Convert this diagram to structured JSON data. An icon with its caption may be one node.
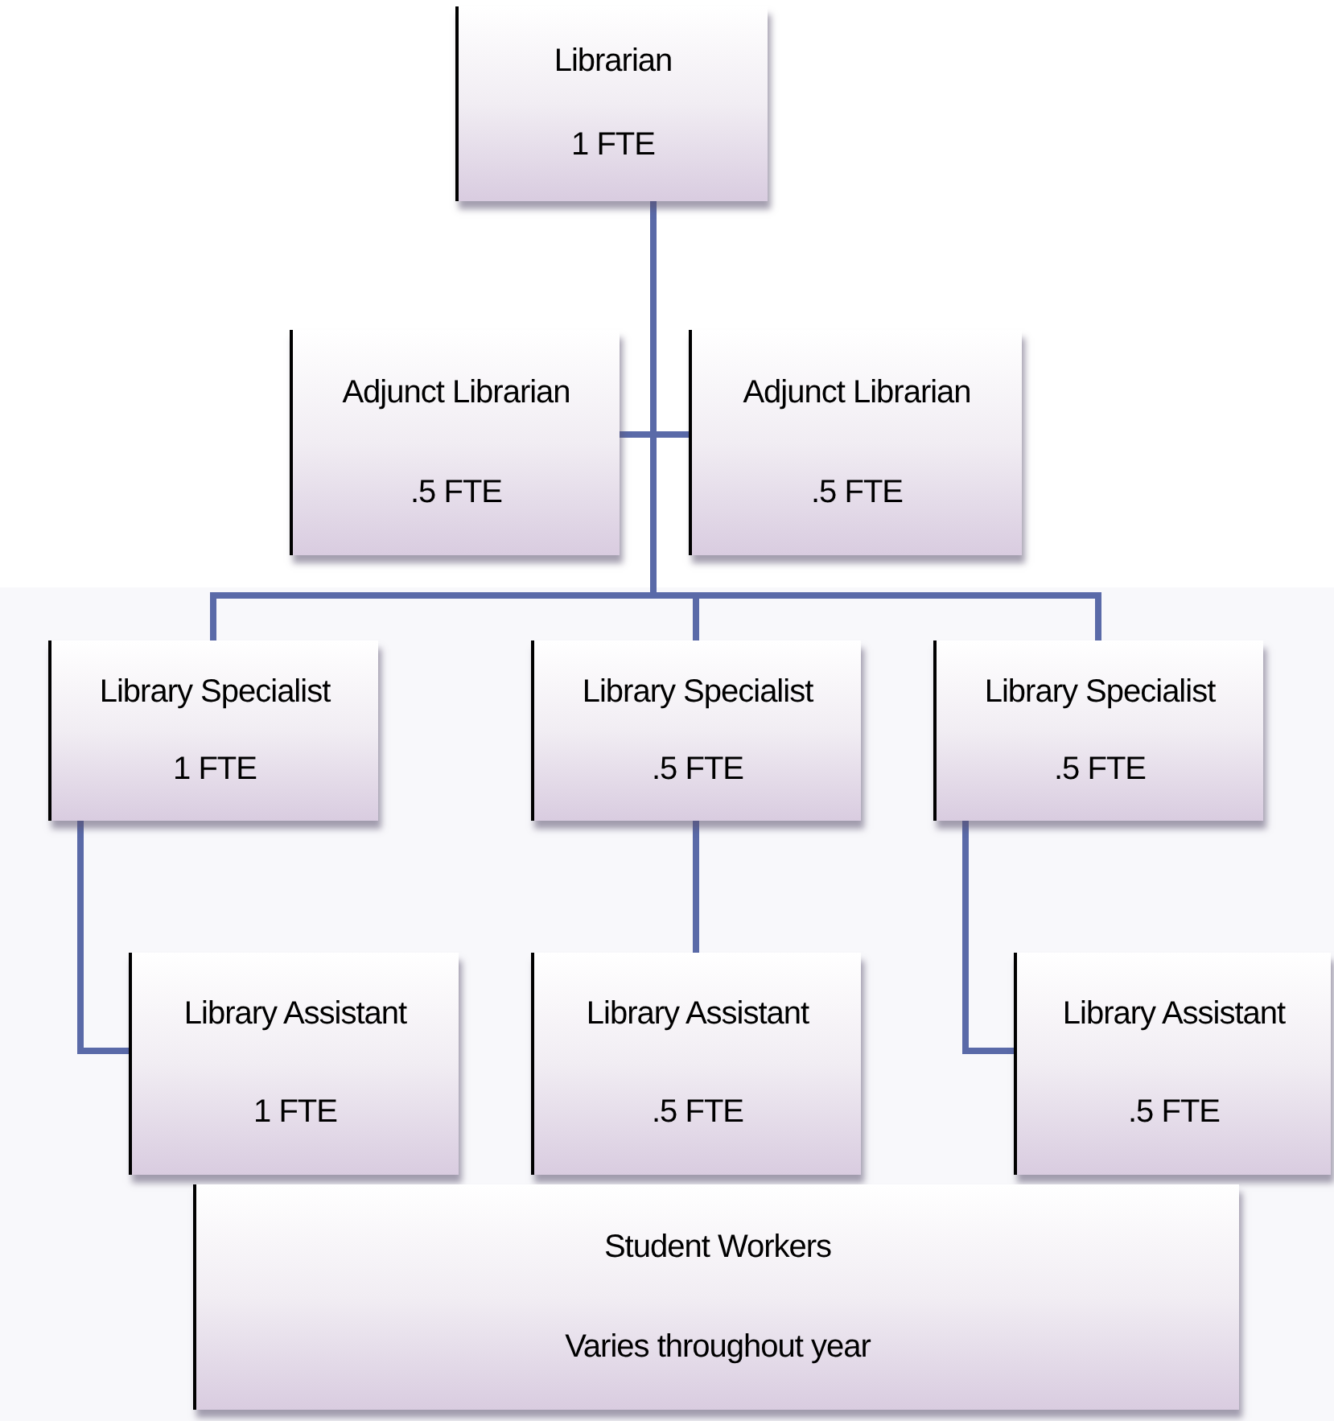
{
  "diagram": {
    "nodes": [
      {
        "text": [
          "Librarian",
          "1 FTE"
        ]
      },
      {
        "text": [
          "Adjunct Librarian",
          ".5 FTE"
        ]
      },
      {
        "text": [
          "Adjunct Librarian",
          ".5 FTE"
        ]
      },
      {
        "text": [
          "Library Specialist",
          "1 FTE"
        ]
      },
      {
        "text": [
          "Library Specialist",
          ".5 FTE"
        ]
      },
      {
        "text": [
          "Library Specialist",
          ".5 FTE"
        ]
      },
      {
        "text": [
          "Library Assistant",
          "1 FTE"
        ]
      },
      {
        "text": [
          "Library Assistant",
          ".5 FTE"
        ]
      },
      {
        "text": [
          "Library Assistant",
          ".5 FTE"
        ]
      },
      {
        "text": [
          "Student Workers",
          "Varies throughout year"
        ]
      }
    ],
    "edges": [
      {
        "from": 0,
        "to": 1,
        "arrow": "none"
      },
      {
        "from": 0,
        "to": 2,
        "arrow": "none"
      },
      {
        "from": 0,
        "to": 3,
        "arrow": "none"
      },
      {
        "from": 0,
        "to": 4,
        "arrow": "none"
      },
      {
        "from": 0,
        "to": 5,
        "arrow": "none"
      },
      {
        "from": 3,
        "to": 6,
        "arrow": "none"
      },
      {
        "from": 4,
        "to": 7,
        "arrow": "none"
      },
      {
        "from": 5,
        "to": 8,
        "arrow": "none"
      }
    ]
  }
}
